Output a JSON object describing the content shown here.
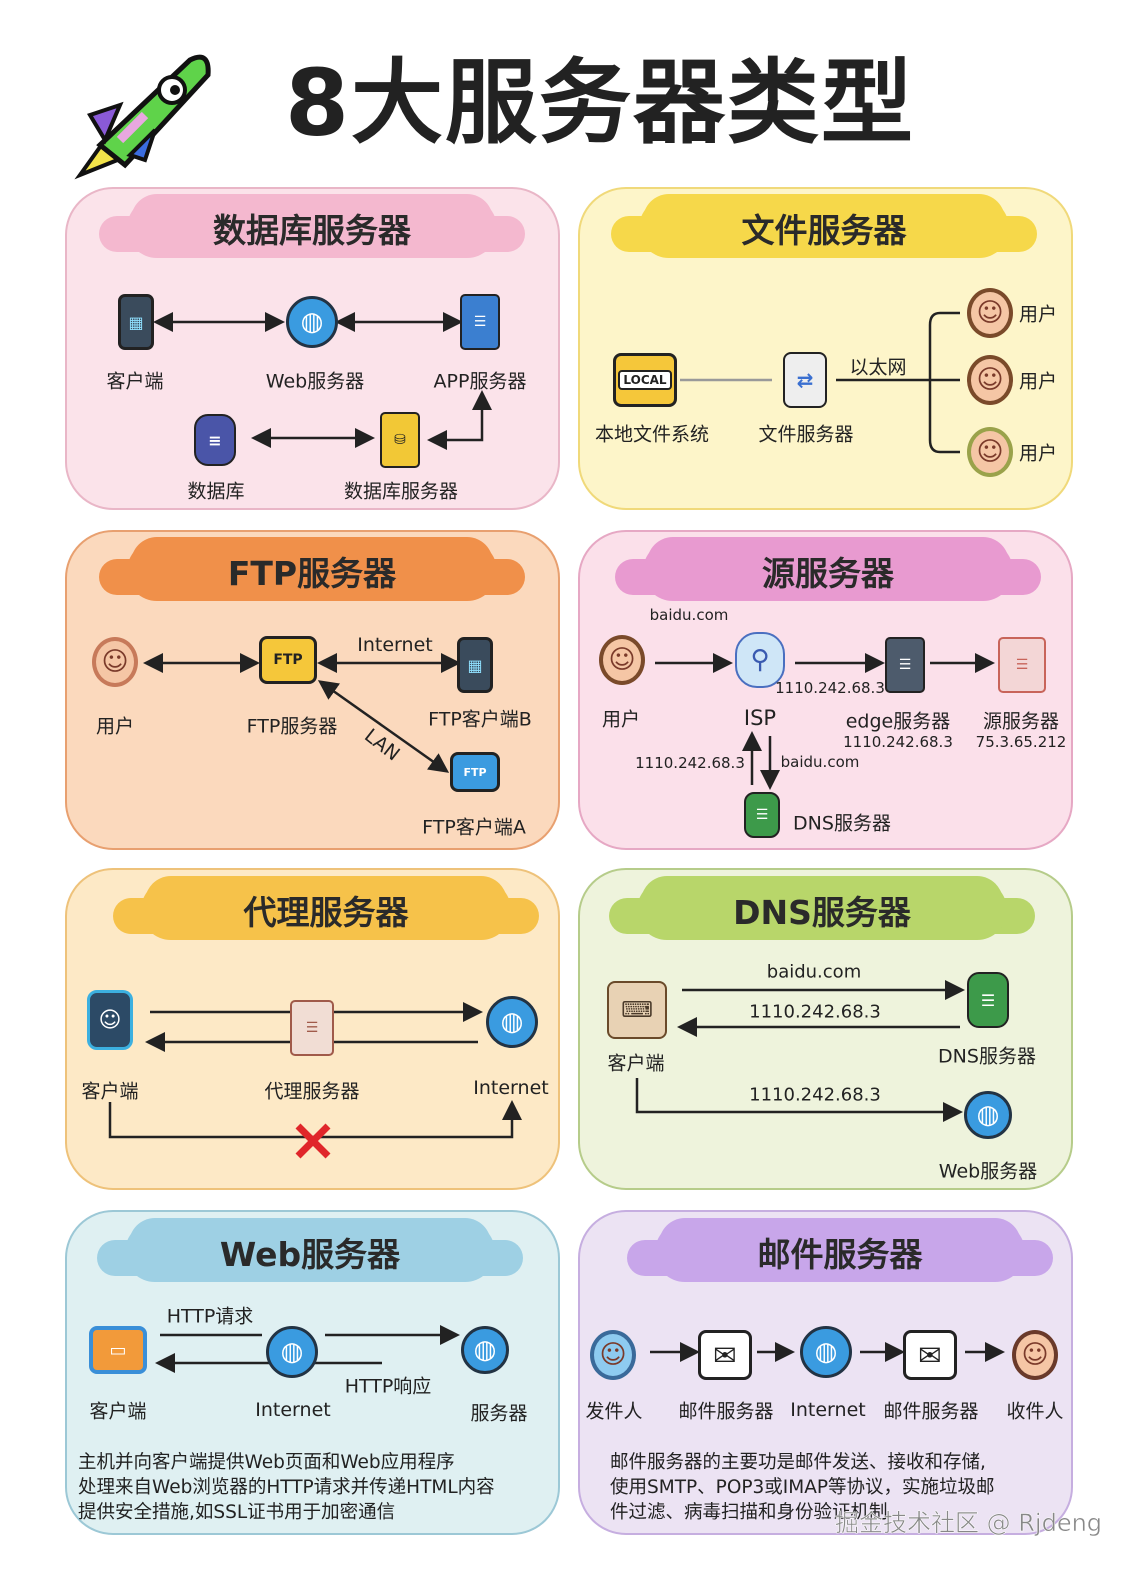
{
  "title": "8大服务器类型",
  "colors": {
    "db_bg": "#fbe3ea",
    "file_bg": "#fdf5c9",
    "ftp_bg": "#fbd9bd",
    "origin_bg": "#fbe0ea",
    "proxy_bg": "#fde9c6",
    "dns_bg": "#eef3dc",
    "web_bg": "#dff0f2",
    "mail_bg": "#ece3f3"
  },
  "database": {
    "title": "数据库服务器",
    "client": "客户端",
    "web_server": "Web服务器",
    "app_server": "APP服务器",
    "database": "数据库",
    "db_server": "数据库服务器"
  },
  "file": {
    "title": "文件服务器",
    "local_badge": "LOCAL",
    "local_fs": "本地文件系统",
    "file_server": "文件服务器",
    "ethernet": "以太网",
    "users": [
      "用户",
      "用户",
      "用户"
    ]
  },
  "ftp": {
    "title": "FTP服务器",
    "user": "用户",
    "ftp_server": "FTP服务器",
    "ftp_badge": "FTP",
    "internet": "Internet",
    "client_b": "FTP客户端B",
    "lan": "LAN",
    "client_a": "FTP客户端A"
  },
  "origin": {
    "title": "源服务器",
    "domain_top": "baidu.com",
    "user": "用户",
    "isp": "ISP",
    "ip_isp_edge": "1110.242.68.3",
    "edge": "edge服务器",
    "edge_ip": "1110.242.68.3",
    "origin": "源服务器",
    "origin_ip": "75.3.65.212",
    "ip_dns_reply": "1110.242.68.3",
    "domain_dns_query": "baidu.com",
    "dns": "DNS服务器"
  },
  "proxy": {
    "title": "代理服务器",
    "client": "客户端",
    "proxy": "代理服务器",
    "internet": "Internet"
  },
  "dns": {
    "title": "DNS服务器",
    "query": "baidu.com",
    "reply": "1110.242.68.3",
    "client": "客户端",
    "dns": "DNS服务器",
    "request_ip": "1110.242.68.3",
    "web": "Web服务器"
  },
  "web": {
    "title": "Web服务器",
    "request": "HTTP请求",
    "response": "HTTP响应",
    "client": "客户端",
    "internet": "Internet",
    "server": "服务器",
    "desc": [
      "主机并向客户端提供Web页面和Web应用程序",
      "处理来自Web浏览器的HTTP请求并传递HTML内容",
      "提供安全措施,如SSL证书用于加密通信"
    ]
  },
  "mail": {
    "title": "邮件服务器",
    "sender": "发件人",
    "mail_server_1": "邮件服务器",
    "internet": "Internet",
    "mail_server_2": "邮件服务器",
    "receiver": "收件人",
    "desc": [
      "邮件服务器的主要功是邮件发送、接收和存储,",
      "使用SMTP、POP3或IMAP等协议，实施垃圾邮",
      "件过滤、病毒扫描和身份验证机制"
    ]
  },
  "watermark": "掘金技术社区 @ Rjdeng"
}
